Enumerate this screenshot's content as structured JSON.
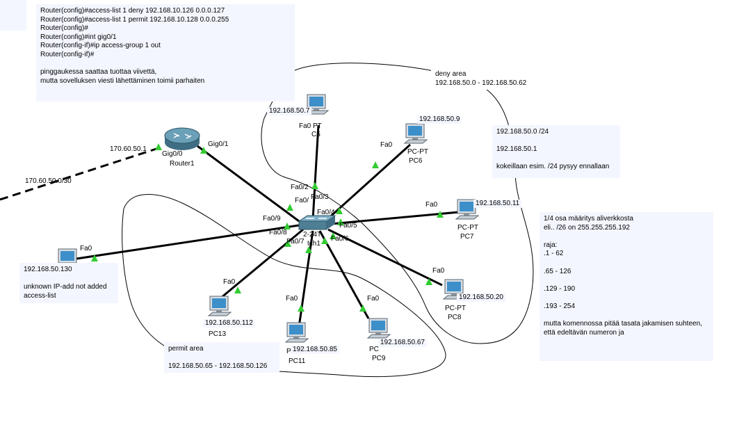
{
  "notes": {
    "config": [
      "Router(config)#access-list 1 deny 192.168.10.126 0.0.0.127",
      "Router(config)#access-list 1 permit 192.168.10.128 0.0.0.255",
      "Router(config)#",
      "Router(config)#int gig0/1",
      "Router(config-if)#ip access-group 1 out",
      "Router(config-if)#",
      "",
      "pinggaukessa saattaa tuottaa viivettä,",
      "mutta sovelluksen viesti lähettäminen toimii parhaiten"
    ],
    "deny_area": [
      "deny area",
      "192.168.50.0 - 192.168.50.62"
    ],
    "subnet": [
      "192.168.50.0 /24",
      "",
      "192.168.50.1",
      "",
      "kokeillaan esim. /24 pysyy ennallaan"
    ],
    "calc": [
      "1/4 osa määritys aliverkkosta",
      "eli.. /26 on 255.255.255.192",
      "",
      "raja:",
      ".1 - 62",
      "",
      ".65 - 126",
      "",
      ".129 - 190",
      "",
      ".193 - 254",
      "",
      "mutta komennossa pitää tasata jakamisen suhteen,",
      "että edeltävän numeron ja"
    ],
    "unknown": [
      "192.168.50.130",
      "",
      "unknown IP-add not added",
      "access-list"
    ],
    "permit_area": [
      "permit area",
      "",
      "192.168.50.65 - 192.168.50.126"
    ]
  },
  "router": {
    "name": "Router1",
    "port_left": "Gig0/0",
    "port_right": "Gig0/1",
    "ip_left": "170.60.50.1",
    "network": "170.60.50.0/30"
  },
  "switch": {
    "name_fragment": "2-24T",
    "name_fragment2": "tch1",
    "ports": {
      "p2": "Fa0/2",
      "p1": "Fa0/",
      "p3": "Fa0/3",
      "p4": "Fa0/4",
      "p5": "Fa0/5",
      "p6": "Fa0/6",
      "p7": "Fa0/7",
      "p8": "Fa0/8",
      "p9": "Fa0/9"
    }
  },
  "pcs": {
    "pc5": {
      "ip": "192.168.50.7",
      "type": "Fa0 PT",
      "name": "C5"
    },
    "pc6": {
      "ip": "192.168.50.9",
      "port": "Fa0",
      "type": "PC-PT",
      "name": "PC6"
    },
    "pc7": {
      "ip": "192.168.50.11",
      "port": "Fa0",
      "type": "PC-PT",
      "name": "PC7"
    },
    "pc8": {
      "ip": "192.168.50.20",
      "port": "Fa0",
      "type": "PC-PT",
      "name": "PC8"
    },
    "pc9": {
      "ip": "192.168.50.67",
      "port": "Fa0",
      "type": "PC",
      "name": "PC9"
    },
    "pc11": {
      "ip": "192.168.50.85",
      "port": "Fa0",
      "type": "P",
      "name": "PC11"
    },
    "pc13": {
      "ip": "192.168.50.112",
      "port": "Fa0",
      "name": "PC13"
    },
    "pc_left": {
      "port": "Fa0"
    }
  },
  "colors": {
    "link": "#000000",
    "note_bg": "#f4f6ff",
    "port_up": "#33cc33",
    "pc_screen": "#3d8fc9",
    "router_body": "#4e7f94"
  }
}
